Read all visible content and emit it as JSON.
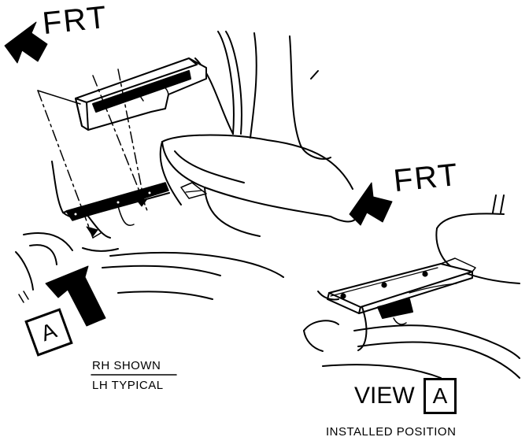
{
  "labels": {
    "frt_main": "FRT",
    "frt_view": "FRT",
    "rh_shown": "RH SHOWN",
    "lh_typical": "LH TYPICAL",
    "view_word": "VIEW",
    "view_letter": "A",
    "callout_letter": "A",
    "installed_position": "INSTALLED POSITION"
  }
}
